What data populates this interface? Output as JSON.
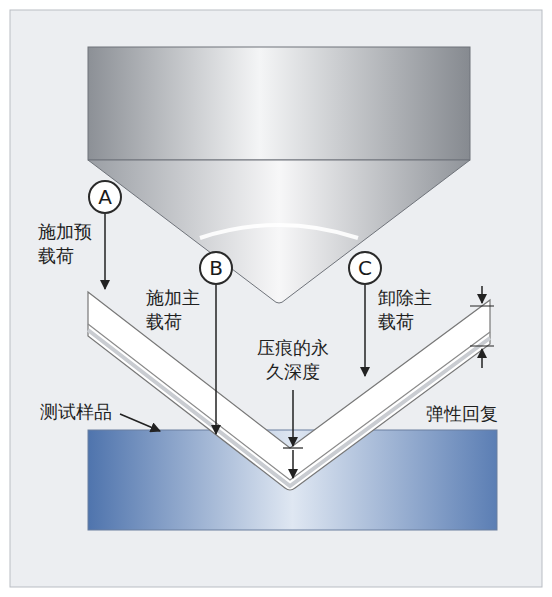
{
  "diagram": {
    "nodes": [
      {
        "text": [
          "A"
        ]
      },
      {
        "text": [
          "B"
        ]
      },
      {
        "text": [
          "C"
        ]
      }
    ],
    "labels": [
      "施加预载荷",
      "施加主载荷",
      "卸除主载荷",
      "压痕的永久深度",
      "测试样品",
      "弹性回复"
    ]
  }
}
